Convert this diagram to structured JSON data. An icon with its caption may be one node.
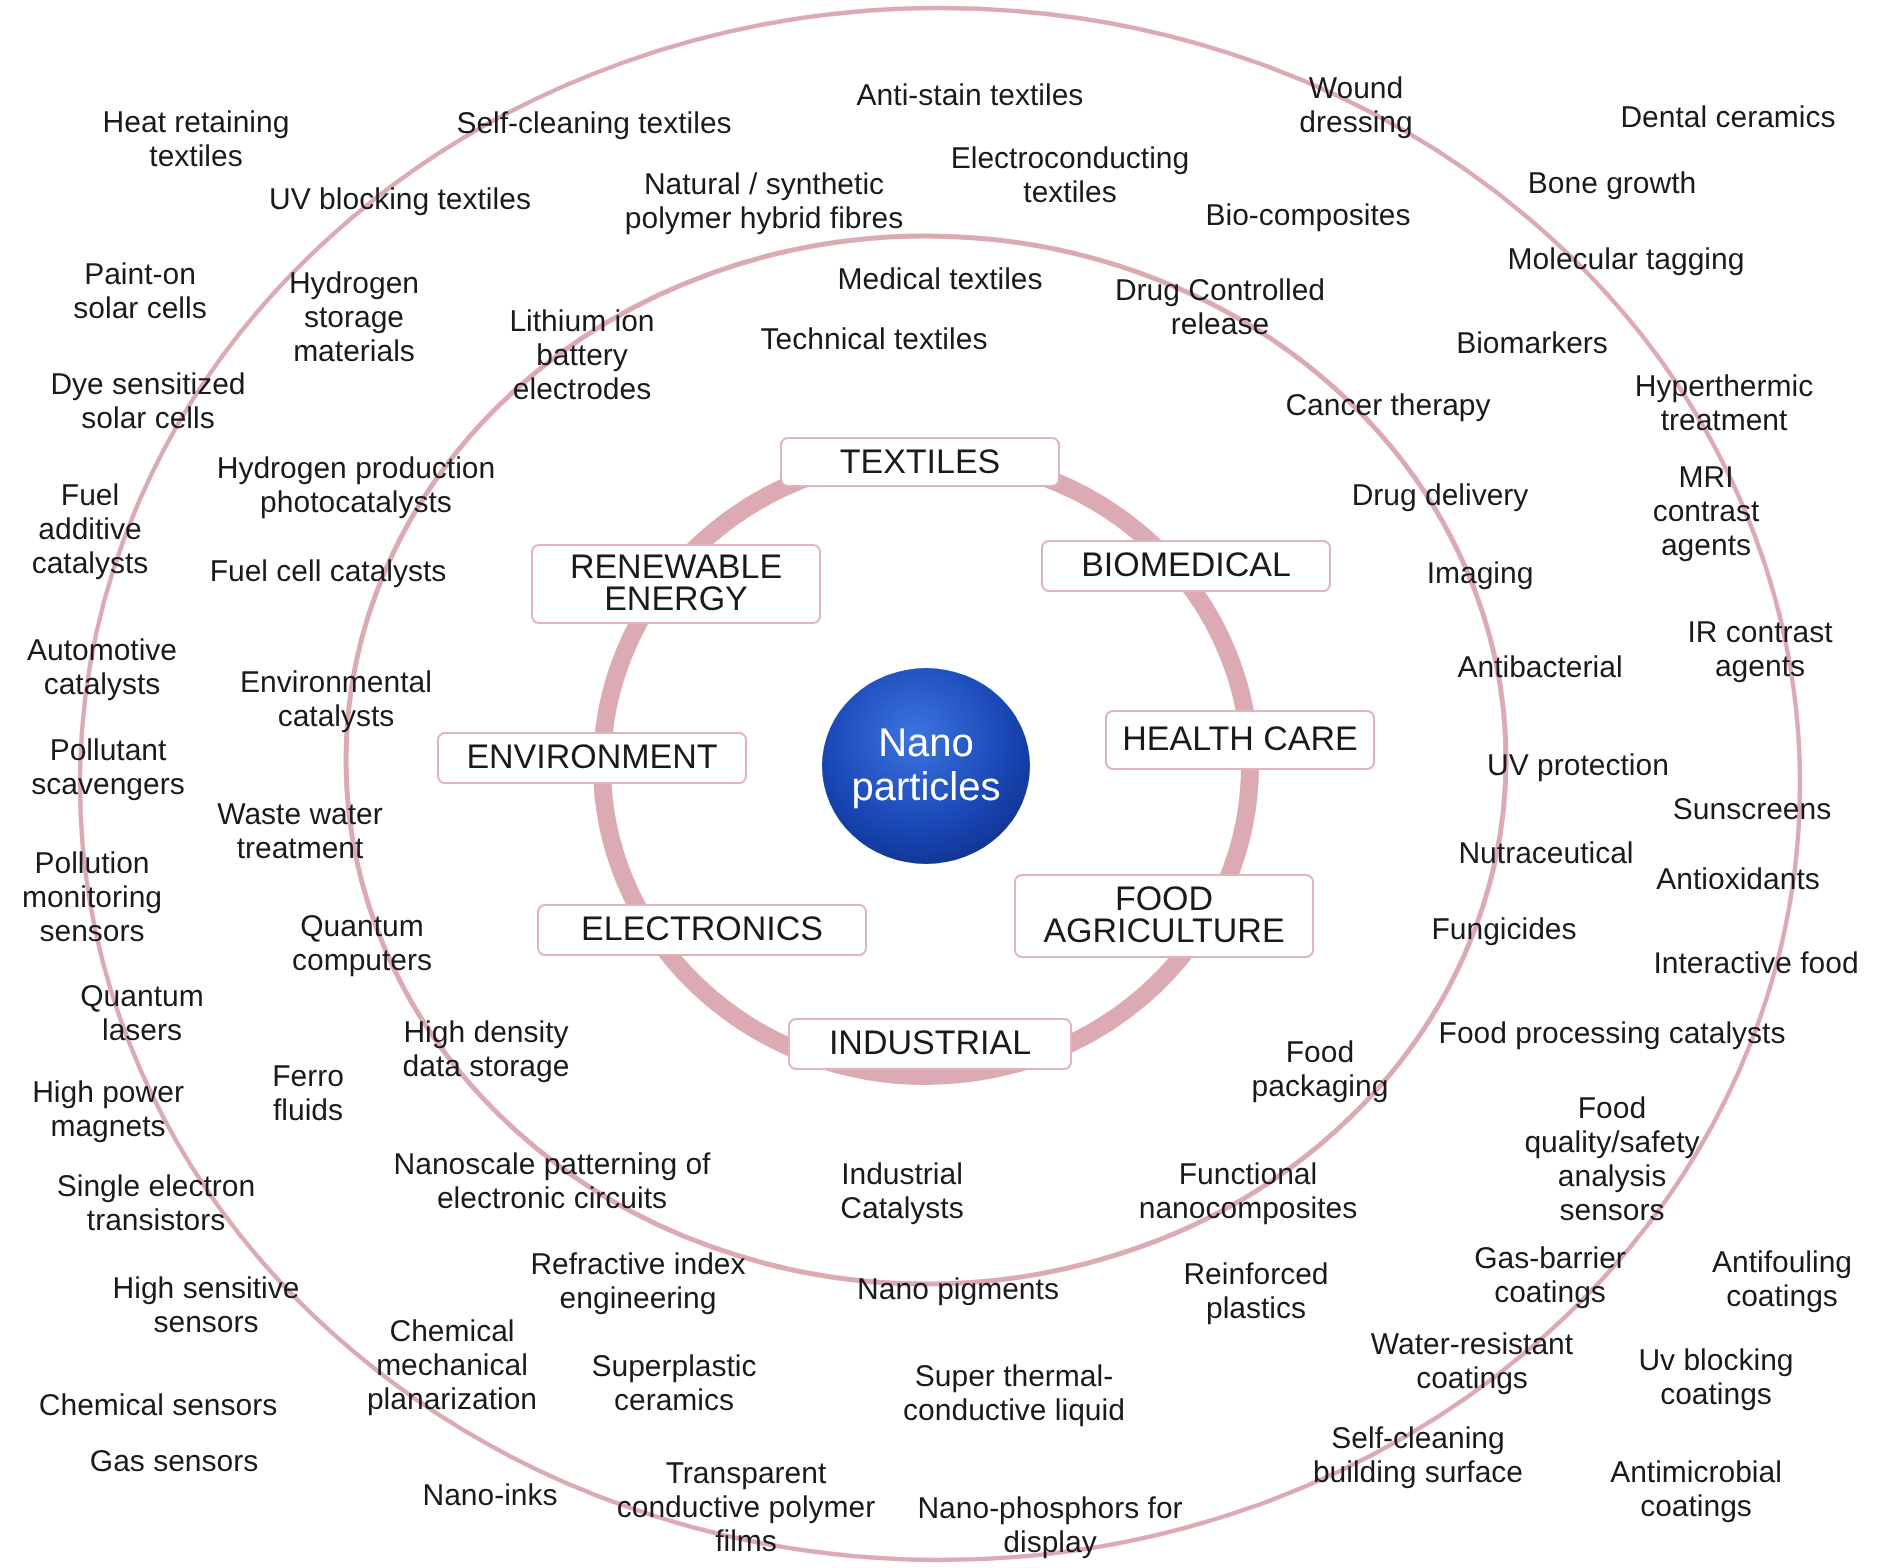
{
  "diagram": {
    "nodes": [
      {
        "text": [
          "Nano particles"
        ]
      },
      {
        "text": [
          "TEXTILES"
        ]
      },
      {
        "text": [
          "RENEWABLE ENERGY"
        ]
      },
      {
        "text": [
          "BIOMEDICAL"
        ]
      },
      {
        "text": [
          "ENVIRONMENT"
        ]
      },
      {
        "text": [
          "HEALTH CARE"
        ]
      },
      {
        "text": [
          "ELECTRONICS"
        ]
      },
      {
        "text": [
          "FOOD AGRICULTURE"
        ]
      },
      {
        "text": [
          "INDUSTRIAL"
        ]
      }
    ],
    "labels": [
      "Anti-stain textiles",
      "Wound dressing",
      "Dental ceramics",
      "Self-cleaning textiles",
      "Heat retaining textiles",
      "Electroconducting textiles",
      "Bone growth",
      "Natural / synthetic polymer hybrid fibres",
      "UV blocking textiles",
      "Bio-composites",
      "Molecular tagging",
      "Medical textiles",
      "Paint-on solar cells",
      "Drug Controlled release",
      "Hydrogen storage materials",
      "Lithium ion battery electrodes",
      "Technical textiles",
      "Biomarkers",
      "Dye sensitized solar cells",
      "Cancer therapy",
      "Hyperthermic treatment",
      "Hydrogen production photocatalysts",
      "Drug delivery",
      "MRI contrast agents",
      "Fuel additive catalysts",
      "Fuel cell catalysts",
      "Imaging",
      "IR contrast agents",
      "Automotive catalysts",
      "Antibacterial",
      "Environmental catalysts",
      "Pollutant scavengers",
      "UV protection",
      "Sunscreens",
      "Waste water treatment",
      "Nutraceutical",
      "Antioxidants",
      "Pollution monitoring sensors",
      "Fungicides",
      "Quantum computers",
      "Interactive food",
      "Quantum lasers",
      "High density data storage",
      "Food processing catalysts",
      "Food packaging",
      "Ferro fluids",
      "High power magnets",
      "Food quality/safety analysis sensors",
      "Nanoscale patterning of electronic circuits",
      "Industrial Catalysts",
      "Functional nanocomposites",
      "Single electron transistors",
      "Refractive index engineering",
      "Nano pigments",
      "Reinforced plastics",
      "Gas-barrier coatings",
      "Antifouling coatings",
      "High sensitive sensors",
      "Chemical mechanical planarization",
      "Superplastic ceramics",
      "Super thermal-conductive liquid",
      "Water-resistant coatings",
      "Uv blocking coatings",
      "Chemical sensors",
      "Self-cleaning building surface",
      "Gas sensors",
      "Antimicrobial coatings",
      "Nano-inks",
      "Transparent conductive polymer films",
      "Nano-phosphors for display"
    ]
  }
}
